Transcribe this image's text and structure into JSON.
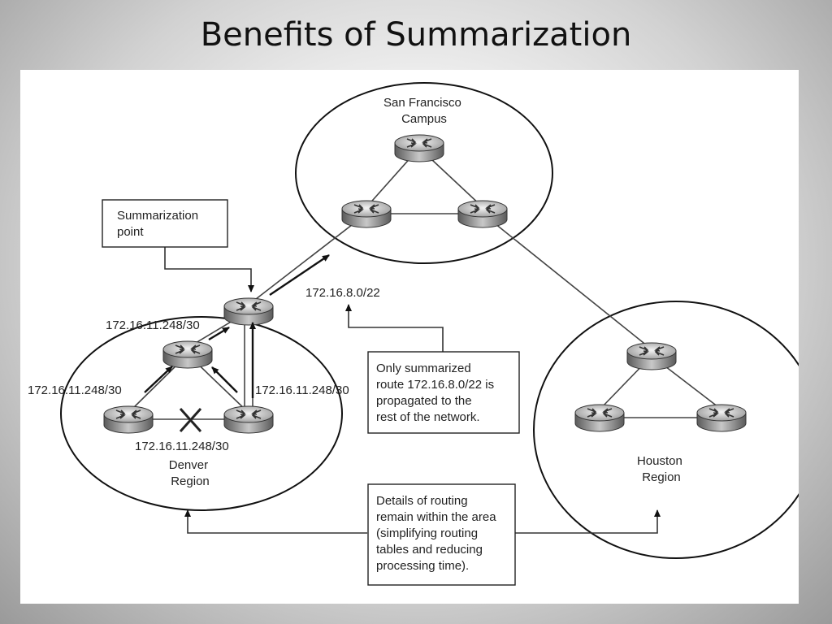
{
  "slide": {
    "title": "Benefits of Summarization"
  },
  "diagram": {
    "sf_label": [
      "San Francisco",
      "Campus"
    ],
    "denver_label": [
      "Denver",
      "Region"
    ],
    "houston_label": [
      "Houston",
      "Region"
    ],
    "summ_point_box": [
      "Summarization",
      "point"
    ],
    "summary_route_label": "172.16.8.0/22",
    "link_labels": {
      "top_left": "172.16.11.248/30",
      "left": "172.16.11.248/30",
      "right": "172.16.11.248/30",
      "bottom": "172.16.11.248/30"
    },
    "only_summarized_box": [
      "Only summarized",
      "route 172.16.8.0/22 is",
      "propagated to the",
      "rest of the network."
    ],
    "details_box": [
      "Details of routing",
      "remain within the area",
      "(simplifying routing",
      "tables and reducing",
      "processing time)."
    ],
    "routers": [
      "router-icon",
      "router-icon",
      "router-icon",
      "router-icon",
      "router-icon",
      "router-icon",
      "router-icon",
      "router-icon",
      "router-icon",
      "router-icon"
    ],
    "failed_link": "x-mark-icon"
  }
}
